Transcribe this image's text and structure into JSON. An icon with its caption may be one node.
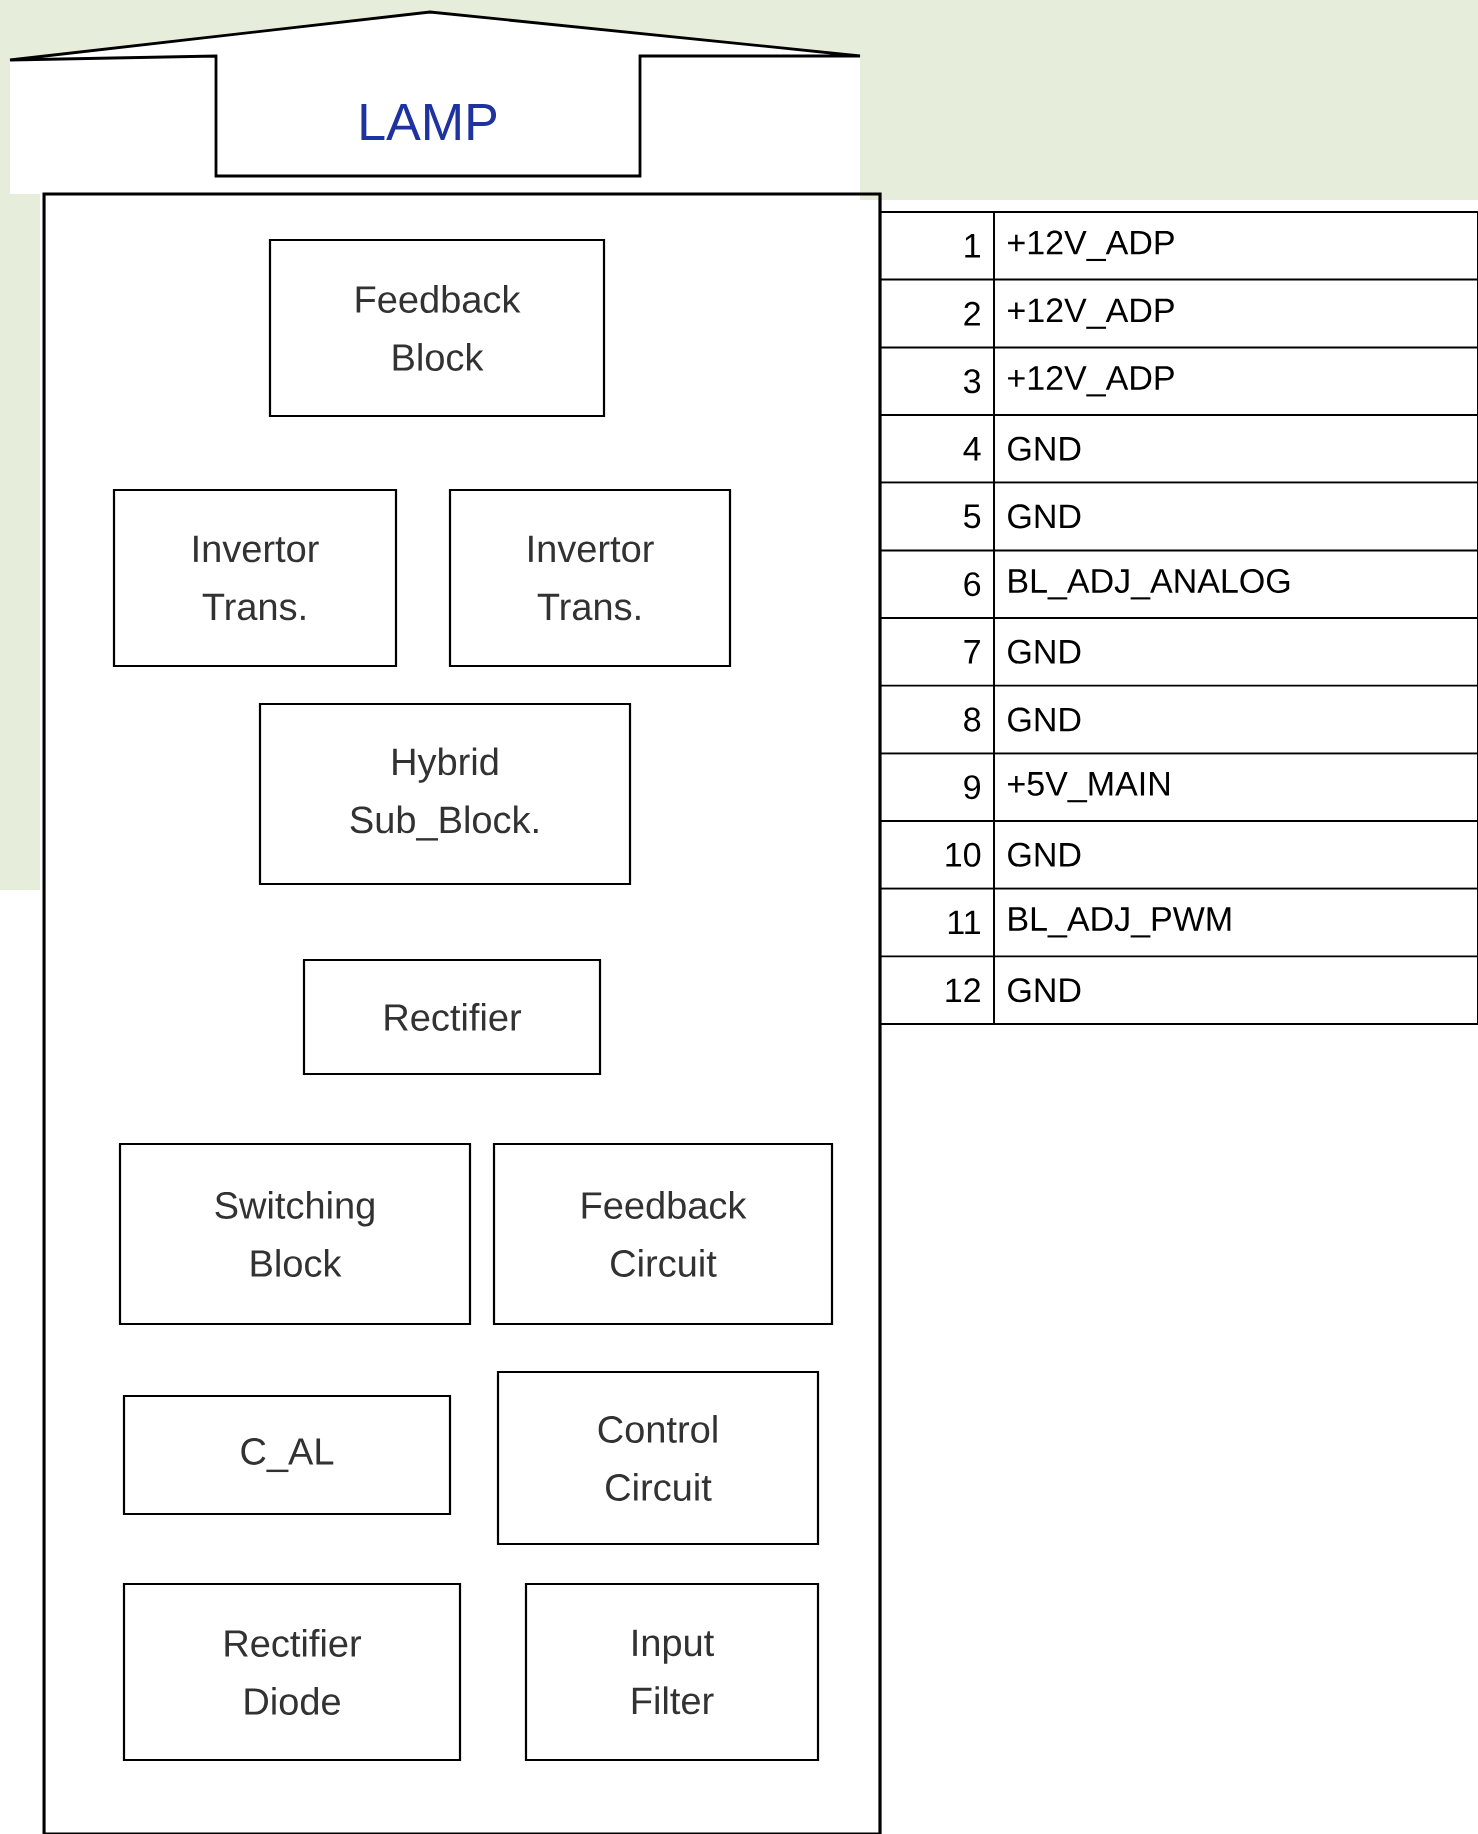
{
  "diagram": {
    "nodes": [
      {
        "text": [
          "LAMP"
        ]
      },
      {
        "text": [],
        "shape": "box"
      },
      {
        "text": [
          "Feedback Block"
        ],
        "in": 1
      },
      {
        "text": [
          "Invertor Trans."
        ],
        "in": 1
      },
      {
        "text": [
          "Invertor Trans."
        ],
        "in": 1
      },
      {
        "text": [
          "Hybrid Sub_Block."
        ],
        "in": 1
      },
      {
        "text": [
          "Rectifier"
        ],
        "in": 1
      },
      {
        "text": [
          "Switching Block"
        ],
        "in": 1
      },
      {
        "text": [
          "Feedback Circuit"
        ],
        "in": 1
      },
      {
        "text": [
          "C_AL"
        ],
        "in": 1
      },
      {
        "text": [
          "Control Circuit"
        ],
        "in": 1
      },
      {
        "text": [
          "Rectifier Diode"
        ],
        "in": 1
      },
      {
        "text": [
          "Input Filter"
        ],
        "in": 1
      }
    ],
    "labels": [
      "1",
      "+12V_ADP",
      "2",
      "+12V_ADP",
      "3",
      "+12V_ADP",
      "4",
      "GND",
      "5",
      "GND",
      "6",
      "BL_ADJ_ANALOG",
      "7",
      "GND",
      "8",
      "GND",
      "9",
      "+5V_MAIN",
      "10",
      "GND",
      "11",
      "BL_ADJ_PWM",
      "12",
      "GND"
    ]
  }
}
